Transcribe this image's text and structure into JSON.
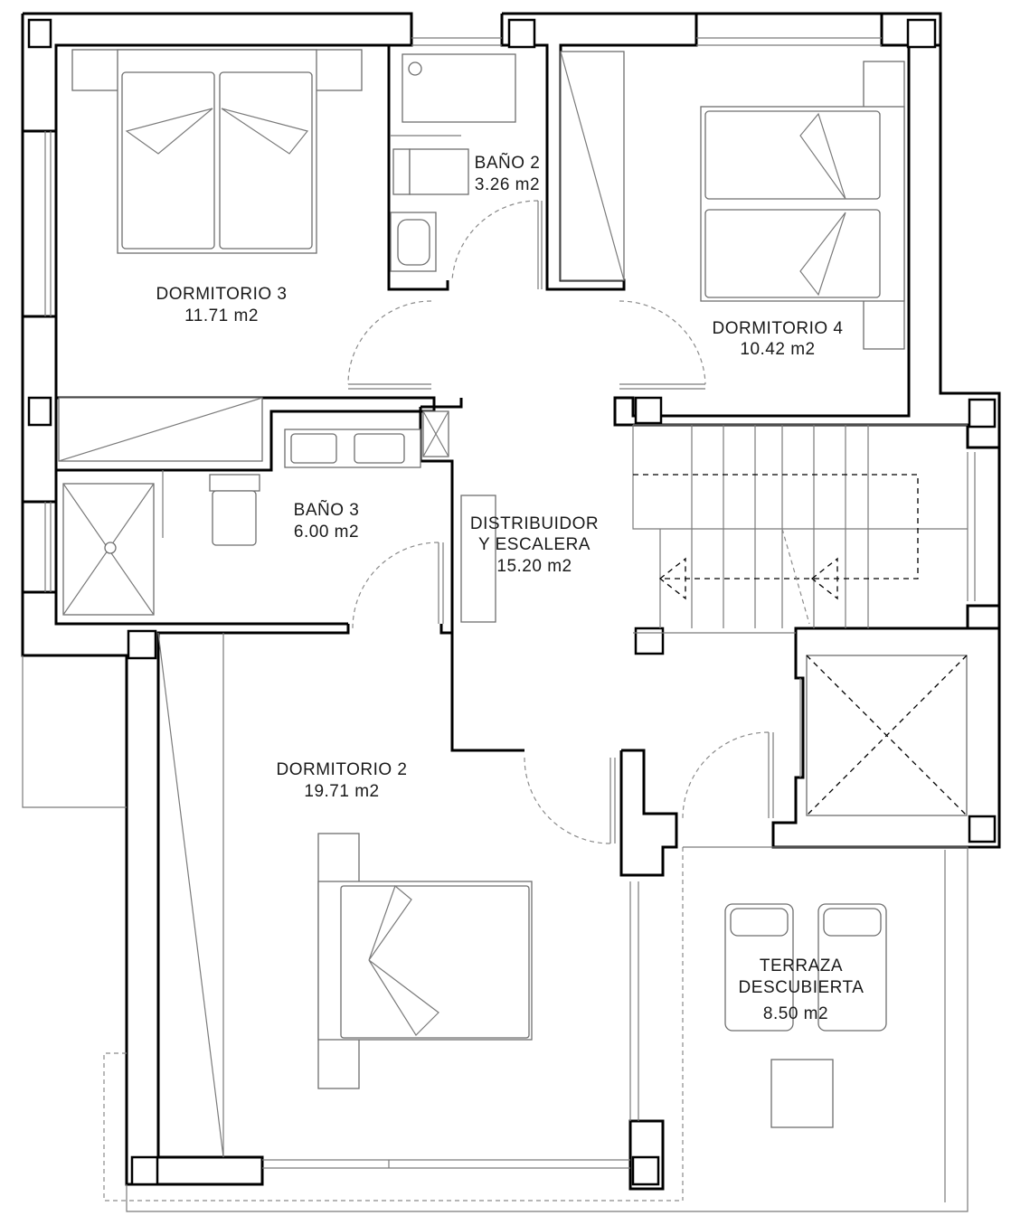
{
  "rooms": [
    {
      "id": "dormitorio3",
      "name": "DORMITORIO 3",
      "area": "11.71 m2"
    },
    {
      "id": "bano2",
      "name": "BAÑO 2",
      "area": "3.26 m2"
    },
    {
      "id": "dormitorio4",
      "name": "DORMITORIO 4",
      "area": "10.42 m2"
    },
    {
      "id": "bano3",
      "name": "BAÑO 3",
      "area": "6.00 m2"
    },
    {
      "id": "distribuidor",
      "name_line1": "DISTRIBUIDOR",
      "name_line2": "Y ESCALERA",
      "area": "15.20 m2"
    },
    {
      "id": "dormitorio2",
      "name": "DORMITORIO 2",
      "area": "19.71 m2"
    },
    {
      "id": "terraza",
      "name_line1": "TERRAZA",
      "name_line2": "DESCUBIERTA",
      "area": "8.50 m2"
    }
  ]
}
